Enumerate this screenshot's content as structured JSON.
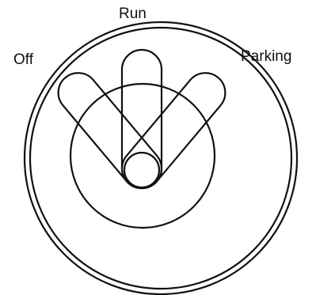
{
  "labels": {
    "run": "Run",
    "off": "Off",
    "parking": "Parking"
  },
  "colors": {
    "stroke": "#111111",
    "background": "#ffffff"
  }
}
